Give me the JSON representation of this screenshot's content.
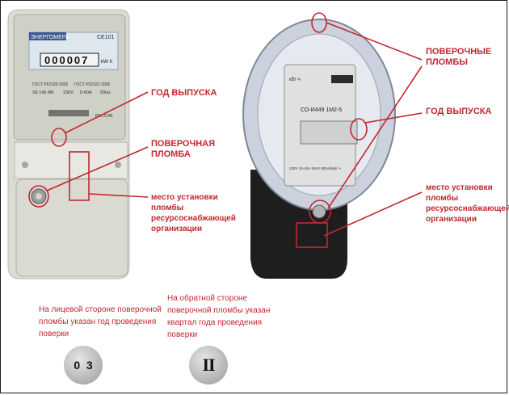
{
  "left_meter": {
    "brand": "ЭНЕРГОМЕРА",
    "model": "СЕ101",
    "reading": "000007",
    "unit": "kW·h",
    "gost1": "ГОСТ Р52320-2005",
    "gost2": "ГОСТ Р52322-2005",
    "spec1": "S6 145 М6",
    "spec2": "230V",
    "spec3": "5-60А",
    "spec4": "50Hz",
    "country": "РОССИЯ"
  },
  "right_meter": {
    "model": "СО-И449 1М2-5",
    "kwh": "кВт·ч",
    "spec": "230V 10-40А 50Hz 800об/кВт·ч"
  },
  "labels": {
    "left_year": "ГОД ВЫПУСКА",
    "left_seal_line1": "ПОВЕРОЧНАЯ",
    "left_seal_line2": "ПЛОМБА",
    "left_place_line1": "место установки",
    "left_place_line2": "пломбы",
    "left_place_line3": "ресурсоснабжающей",
    "left_place_line4": "организации",
    "right_seals_line1": "ПОВЕРОЧНЫЕ",
    "right_seals_line2": "ПЛОМБЫ",
    "right_year": "ГОД ВЫПУСКА",
    "right_place_line1": "место установки",
    "right_place_line2": "пломбы",
    "right_place_line3": "ресурсоснабжающей",
    "right_place_line4": "организации"
  },
  "captions": {
    "left_line1": "На лицевой стороне поверочной",
    "left_line2": "пломбы указан год проведения",
    "left_line3": "поверки",
    "right_line1": "На обратной стороне",
    "right_line2": "поверочной пломбы указан",
    "right_line3": "квартал года проведения",
    "right_line4": "поверки"
  },
  "seals": {
    "front_year": "0  3",
    "back_quarter": "II"
  },
  "colors": {
    "accent_red": "#c0282f",
    "meter_body": "#dcdcd4",
    "meter_dark": "#1e1e1e"
  }
}
